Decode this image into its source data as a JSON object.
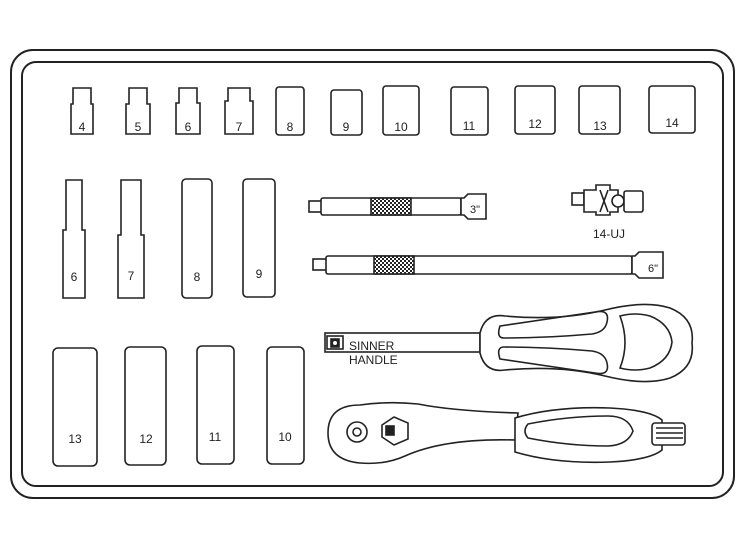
{
  "diagram": {
    "short_sockets": [
      "4",
      "5",
      "6",
      "7",
      "8",
      "9",
      "10",
      "11",
      "12",
      "13",
      "14"
    ],
    "deep_sockets_upper": [
      "6",
      "7",
      "8",
      "9"
    ],
    "deep_sockets_lower": [
      "13",
      "12",
      "11",
      "10"
    ],
    "extension_short_label": "3\"",
    "extension_long_label": "6\"",
    "universal_joint_label": "14-UJ",
    "spinner_handle_label_line1": "SINNER",
    "spinner_handle_label_line2": "HANDLE"
  },
  "colors": {
    "outline": "#222222",
    "background": "#ffffff"
  }
}
